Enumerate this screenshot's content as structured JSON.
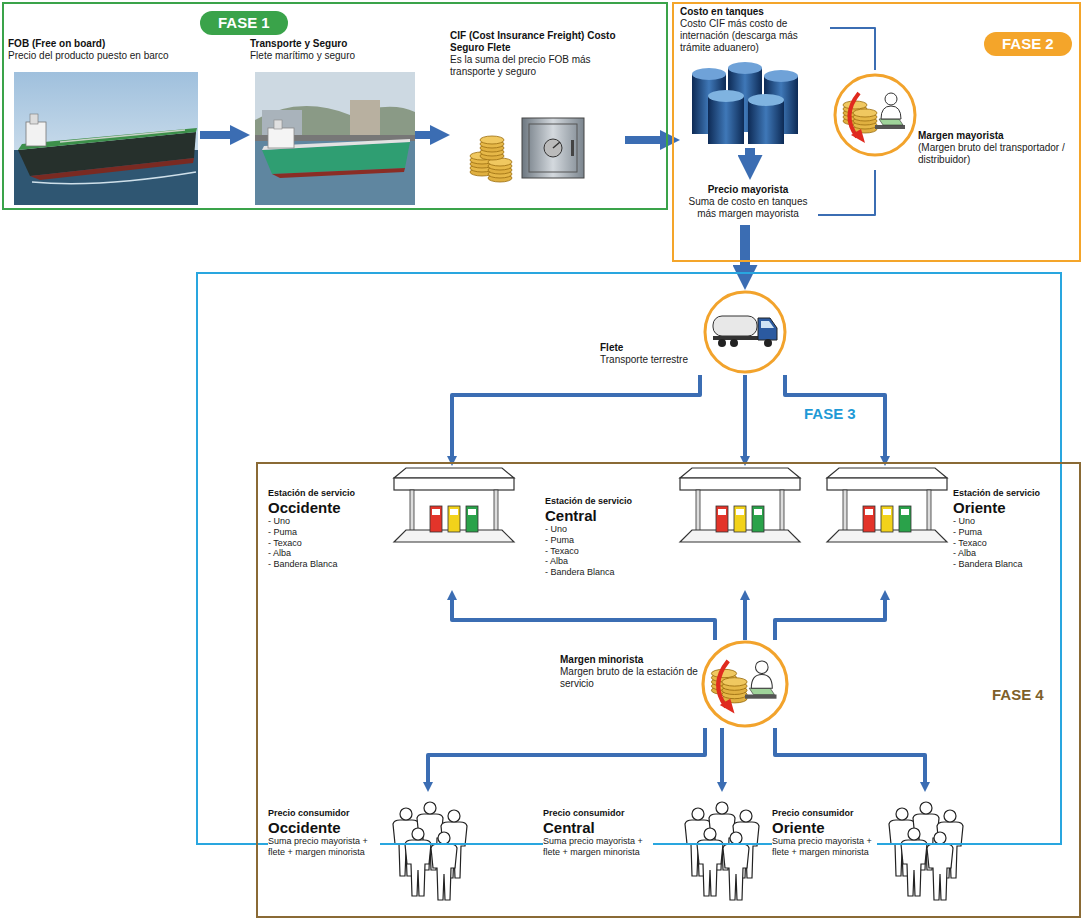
{
  "diagram": {
    "nodes": [
      {
        "text": [
          "FASE 1"
        ]
      },
      {
        "text": [
          "FOB (Free on board)",
          "Precio del producto puesto en barco"
        ],
        "in": 0
      },
      {
        "text": [
          "Transporte y Seguro",
          "Flete marítimo y seguro"
        ],
        "in": 0
      },
      {
        "text": [
          "CIF (Cost Insurance Freight) Costo Seguro Flete",
          "Es la suma del precio FOB más transporte y seguro"
        ],
        "in": 0
      },
      {
        "text": [
          "FASE 2"
        ]
      },
      {
        "text": [
          "Costo en tanques",
          "Costo CIF más costo de internación (descarga más trámite aduanero)"
        ],
        "in": 4
      },
      {
        "text": [
          "Margen mayorista",
          "(Margen bruto del transportador / distribuidor)"
        ],
        "in": 4
      },
      {
        "text": [
          "Precio mayorista",
          "Suma de costo en tanques más margen mayorista"
        ],
        "in": 4
      },
      {
        "text": [
          "FASE 3"
        ]
      },
      {
        "text": [
          "Flete",
          "Transporte terrestre"
        ],
        "in": 8
      },
      {
        "text": [
          "FASE 4"
        ]
      },
      {
        "text": [
          "Estación de servicio",
          "Occidente",
          "- Uno",
          "- Puma",
          "- Texaco",
          "- Alba",
          "- Bandera Blanca"
        ],
        "in": 10
      },
      {
        "text": [
          "Estación de servicio",
          "Central",
          "- Uno",
          "- Puma",
          "- Texaco",
          "- Alba",
          "- Bandera Blanca"
        ],
        "in": 10
      },
      {
        "text": [
          "Estación de servicio",
          "Oriente",
          "- Uno",
          "- Puma",
          "- Texaco",
          "- Alba",
          "- Bandera Blanca"
        ],
        "in": 10
      },
      {
        "text": [
          "Margen minorista",
          "Margen bruto de la estación de servicio"
        ],
        "in": 10
      },
      {
        "text": [
          "Precio consumidor",
          "Occidente",
          "Suma precio mayorista + flete + margen minorista"
        ],
        "in": 10
      },
      {
        "text": [
          "Precio consumidor",
          "Central",
          "Suma precio mayorista + flete + margen minorista"
        ],
        "in": 10
      },
      {
        "text": [
          "Precio consumidor",
          "Oriente",
          "Suma precio mayorista + flete + margen minorista"
        ],
        "in": 10
      }
    ],
    "edges": [
      {
        "from": 1,
        "to": 2,
        "arrow": "to"
      },
      {
        "from": 2,
        "to": 3,
        "arrow": "to"
      },
      {
        "from": 3,
        "to": 5,
        "arrow": "to"
      },
      {
        "from": 5,
        "to": 7,
        "arrow": "to"
      },
      {
        "from": 5,
        "to": 6,
        "arrow": "none"
      },
      {
        "from": 6,
        "to": 7,
        "arrow": "none"
      },
      {
        "from": 7,
        "to": 9,
        "arrow": "to"
      },
      {
        "from": 9,
        "to": 11,
        "arrow": "to"
      },
      {
        "from": 9,
        "to": 12,
        "arrow": "to"
      },
      {
        "from": 9,
        "to": 13,
        "arrow": "to"
      },
      {
        "from": 14,
        "to": 11,
        "arrow": "to"
      },
      {
        "from": 14,
        "to": 12,
        "arrow": "to"
      },
      {
        "from": 14,
        "to": 13,
        "arrow": "to"
      },
      {
        "from": 14,
        "to": 15,
        "arrow": "to"
      },
      {
        "from": 14,
        "to": 16,
        "arrow": "to"
      },
      {
        "from": 14,
        "to": 17,
        "arrow": "to"
      }
    ]
  }
}
